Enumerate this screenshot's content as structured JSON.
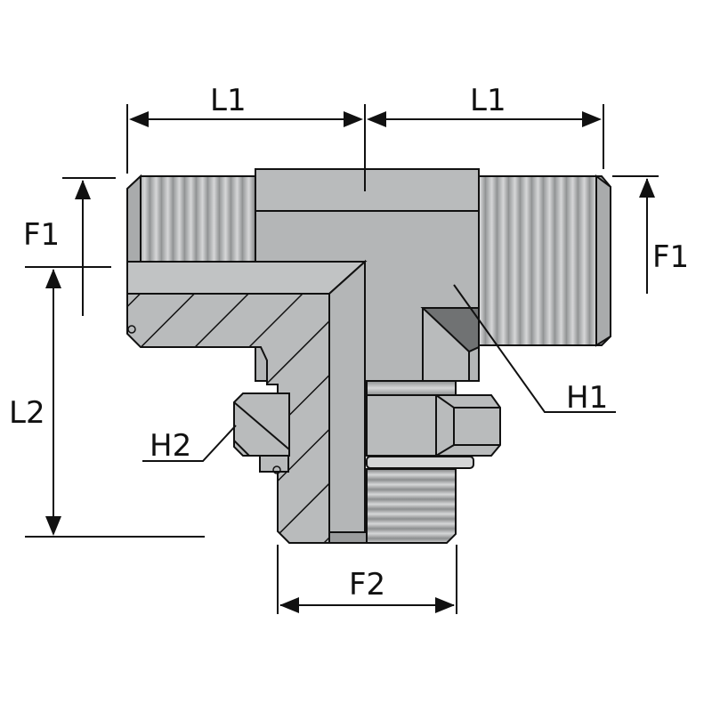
{
  "diagram": {
    "type": "technical drawing of tee fitting",
    "labels": {
      "l1_left": "L1",
      "l1_right": "L1",
      "f1_left": "F1",
      "f1_right": "F1",
      "l2": "L2",
      "h1": "H1",
      "h2": "H2",
      "f2": "F2"
    },
    "colors": {
      "body": "#b9bbbc",
      "body_dark": "#8d8f90",
      "line": "#111111"
    }
  }
}
